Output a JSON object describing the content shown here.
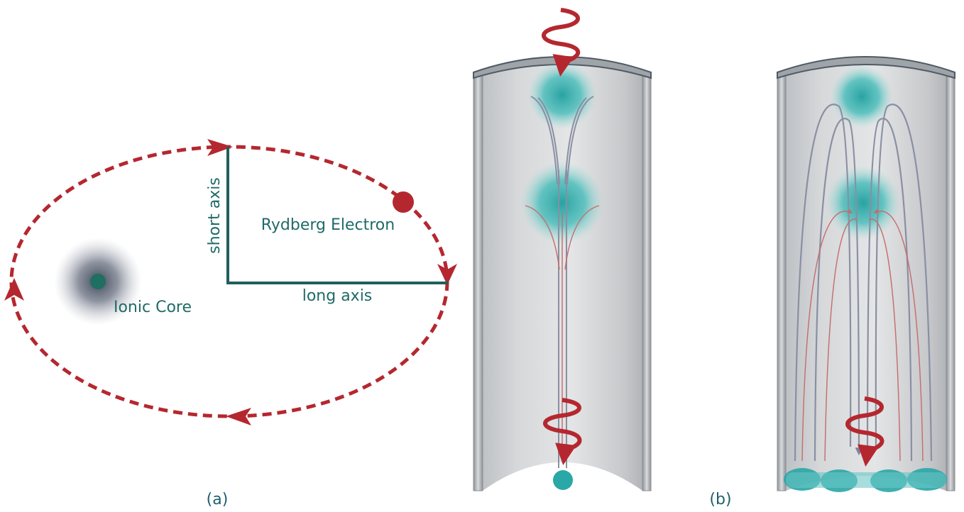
{
  "panel_a": {
    "caption": "(a)",
    "short_axis_label": "short axis",
    "long_axis_label": "long axis",
    "electron_label": "Rydberg Electron",
    "core_label": "Ionic Core"
  },
  "panel_b": {
    "caption": "(b)"
  },
  "colors": {
    "orbit": "#b5272f",
    "axis": "#1f5f5c",
    "teal": "#2aa7a7",
    "cylinder": "#c7cacd",
    "field_line": "#8a8fa3",
    "text": "#1f6b67"
  }
}
